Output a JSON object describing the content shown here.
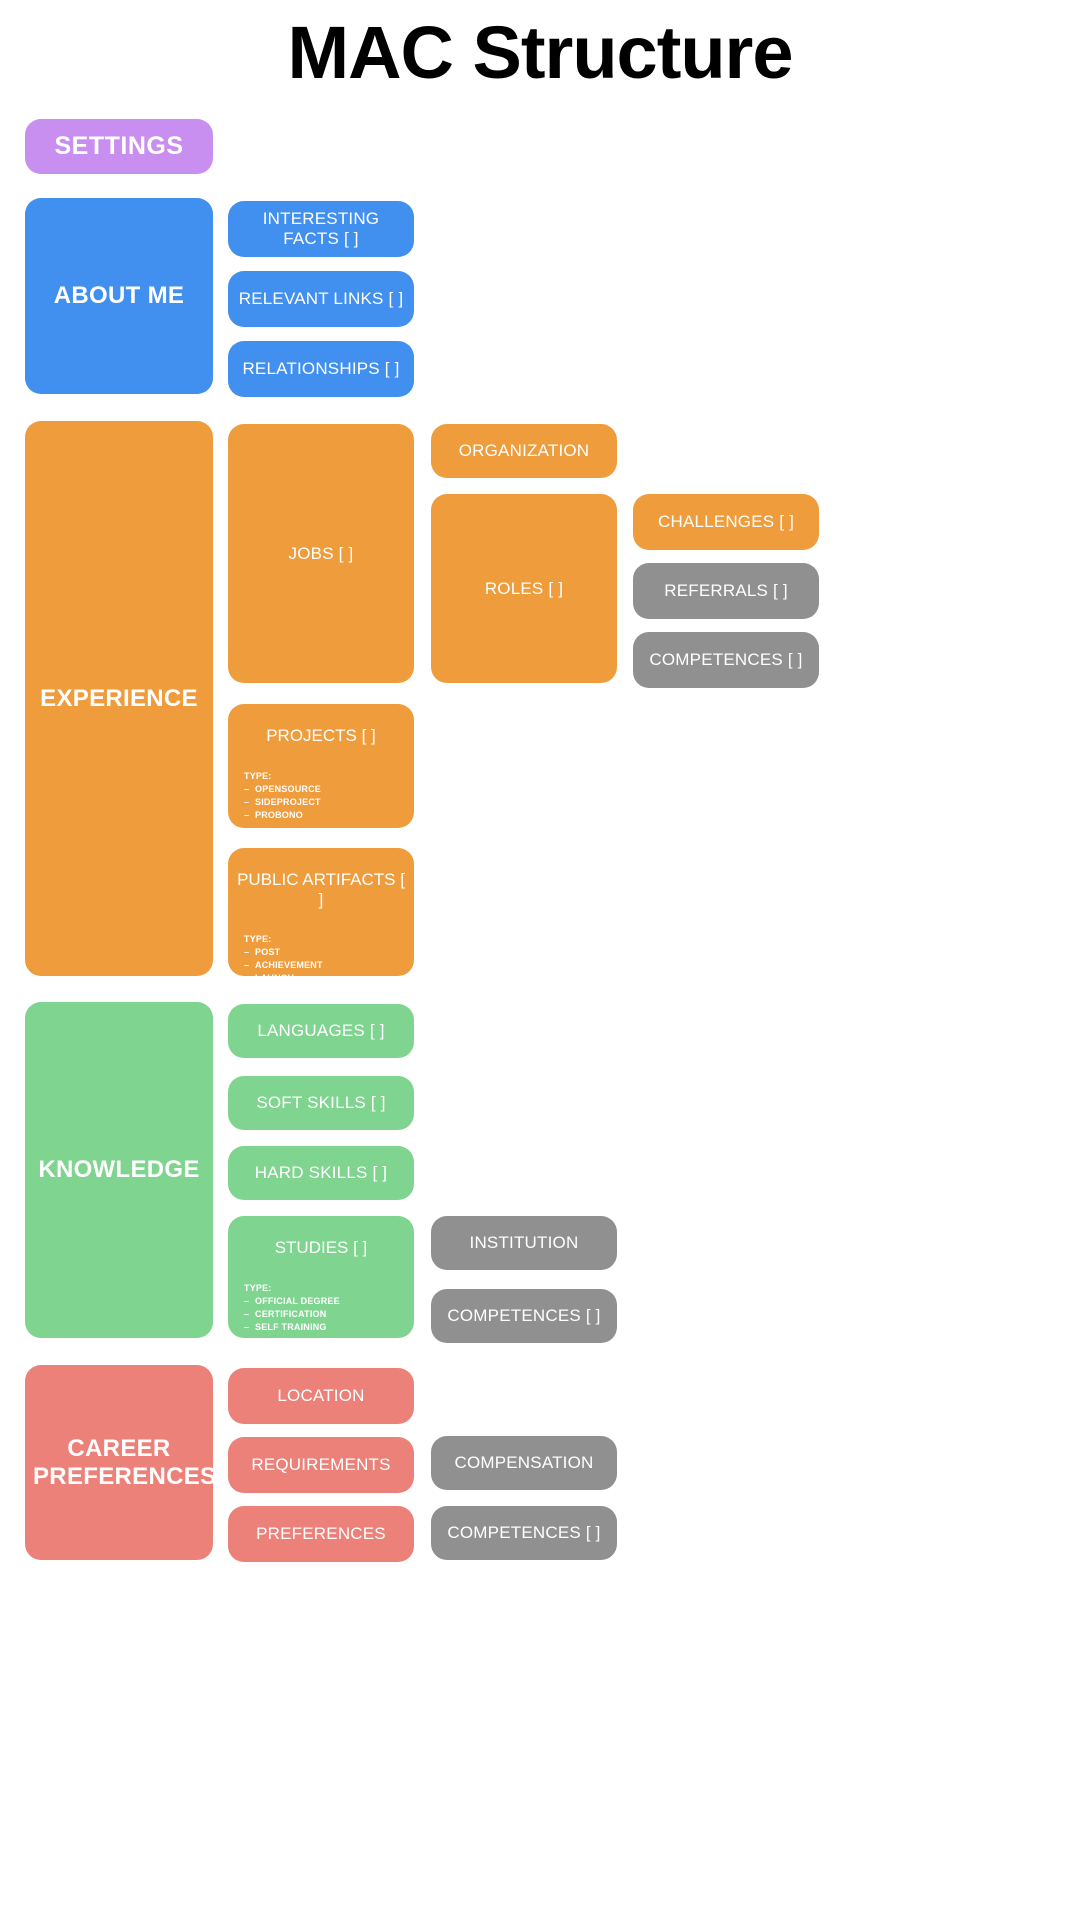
{
  "title": "MAC Structure",
  "colors": {
    "settings": "#c98ff0",
    "about_me": "#4190f0",
    "experience": "#ee9c3c",
    "knowledge": "#7fd48f",
    "career_preferences": "#ec817a",
    "shared": "#909090",
    "background": "#ffffff",
    "title_text": "#000000",
    "node_text": "#ffffff"
  },
  "settings": {
    "label": "SETTINGS"
  },
  "about_me": {
    "label": "ABOUT ME",
    "children": [
      {
        "label": "INTERESTING FACTS [ ]"
      },
      {
        "label": "RELEVANT LINKS [ ]"
      },
      {
        "label": "RELATIONSHIPS [ ]"
      }
    ]
  },
  "experience": {
    "label": "EXPERIENCE",
    "jobs": {
      "label": "JOBS [ ]"
    },
    "organization": {
      "label": "ORGANIZATION"
    },
    "roles": {
      "label": "ROLES [ ]"
    },
    "challenges": {
      "label": "CHALLENGES [ ]"
    },
    "referrals": {
      "label": "REFERRALS [ ]"
    },
    "competences": {
      "label": "COMPETENCES [ ]"
    },
    "projects": {
      "label": "PROJECTS [ ]",
      "type_heading": "TYPE:",
      "type_items": [
        "OPENSOURCE",
        "SIDEPROJECT",
        "PROBONO",
        "…"
      ]
    },
    "public_artifacts": {
      "label": "PUBLIC ARTIFACTS [ ]",
      "type_heading": "TYPE:",
      "type_items": [
        "POST",
        "ACHIEVEMENT",
        "LAUNCH",
        "…"
      ]
    }
  },
  "knowledge": {
    "label": "KNOWLEDGE",
    "languages": {
      "label": "LANGUAGES [ ]"
    },
    "soft_skills": {
      "label": "SOFT SKILLS [ ]"
    },
    "hard_skills": {
      "label": "HARD SKILLS [ ]"
    },
    "studies": {
      "label": "STUDIES [ ]",
      "type_heading": "TYPE:",
      "type_items": [
        "OFFICIAL DEGREE",
        "CERTIFICATION",
        "SELF TRAINING",
        "…"
      ]
    },
    "institution": {
      "label": "INSTITUTION"
    },
    "competences": {
      "label": "COMPETENCES [ ]"
    }
  },
  "career_preferences": {
    "label": "CAREER PREFERENCES",
    "location": {
      "label": "LOCATION"
    },
    "requirements": {
      "label": "REQUIREMENTS"
    },
    "preferences": {
      "label": "PREFERENCES"
    },
    "compensation": {
      "label": "COMPENSATION"
    },
    "competences": {
      "label": "COMPETENCES [ ]"
    }
  }
}
